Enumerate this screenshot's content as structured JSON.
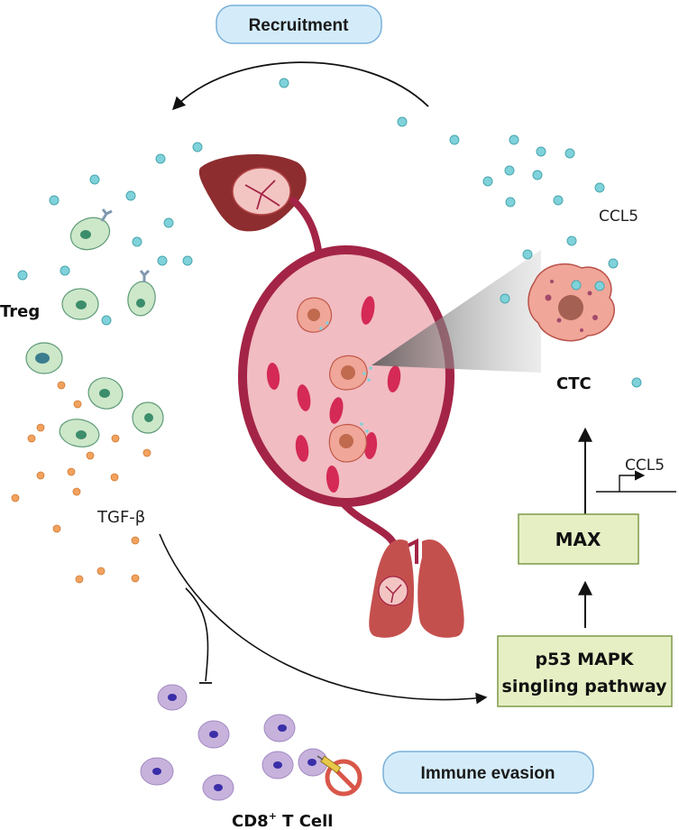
{
  "labels": {
    "recruitment": "Recruitment",
    "ccl5_top": "CCL5",
    "treg": "Treg",
    "ctc": "CTC",
    "ccl5_gene": "CCL5",
    "tgf_beta": "TGF-β",
    "max": "MAX",
    "p53_line1": "p53 MAPK",
    "p53_line2": "singling pathway",
    "immune_evasion": "Immune evasion",
    "cd8_main": "CD8",
    "cd8_sup": "+",
    "cd8_tail": " T Cell"
  },
  "colors": {
    "pill_fill": "#d4ecfa",
    "pill_stroke": "#7ab0d8",
    "pathway_box_fill": "#e6efc4",
    "pathway_box_stroke": "#7e9a4a",
    "vessel": "#a32446",
    "vessel_interior": "#f1bcc2",
    "ccl5_dot": "#7fd2da",
    "tgf_dot": "#f2a25e",
    "treg_cell": "#cde7c9",
    "treg_nucleus": "#3b8d6b",
    "tcell": "#c7b2dc",
    "tcell_nucleus": "#3a2fa8",
    "rbc": "#d42a55",
    "ctc_cell": "#f0a698",
    "liver": "#8d2d2f",
    "lung": "#c4504e",
    "no_sign": "#d9574a"
  },
  "icons": [
    "liver-icon",
    "lung-icon",
    "blood-vessel-icon",
    "ctc-cell-icon",
    "treg-cell-icon",
    "cd8-t-cell-icon",
    "no-sign-icon",
    "syringe-icon",
    "receptor-icon"
  ]
}
